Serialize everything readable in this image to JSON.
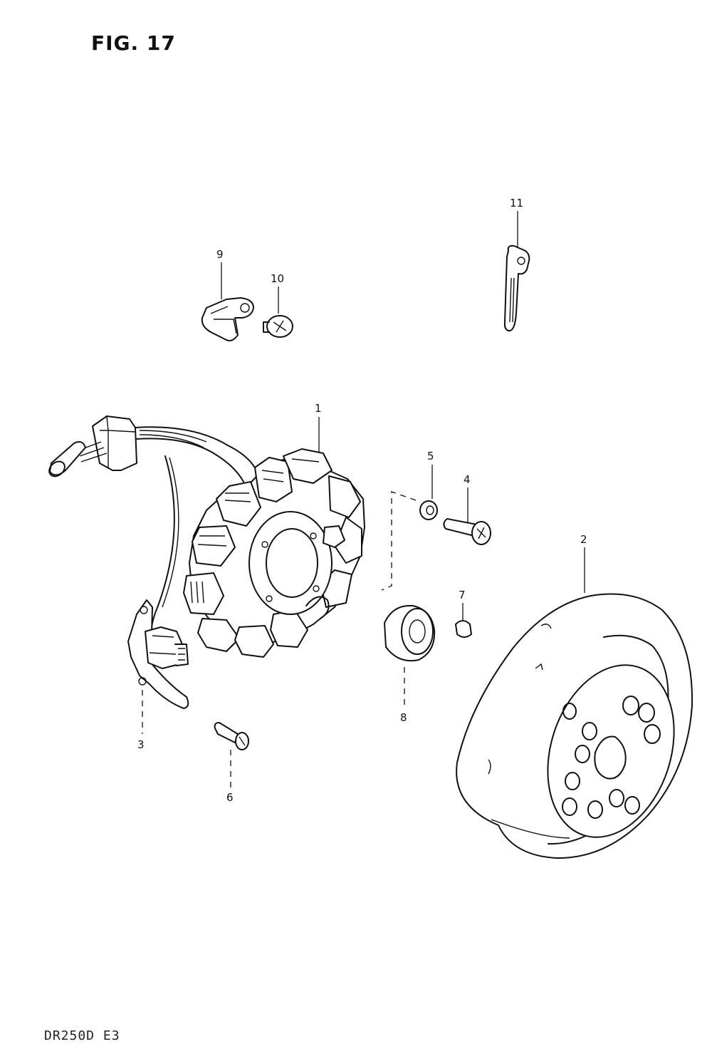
{
  "figure": {
    "title": "FIG. 17",
    "footer_code": "DR250D E3"
  },
  "callouts": {
    "c1": "1",
    "c2": "2",
    "c3": "3",
    "c4": "4",
    "c5": "5",
    "c6": "6",
    "c7": "7",
    "c8": "8",
    "c9": "9",
    "c10": "10",
    "c11": "11"
  }
}
